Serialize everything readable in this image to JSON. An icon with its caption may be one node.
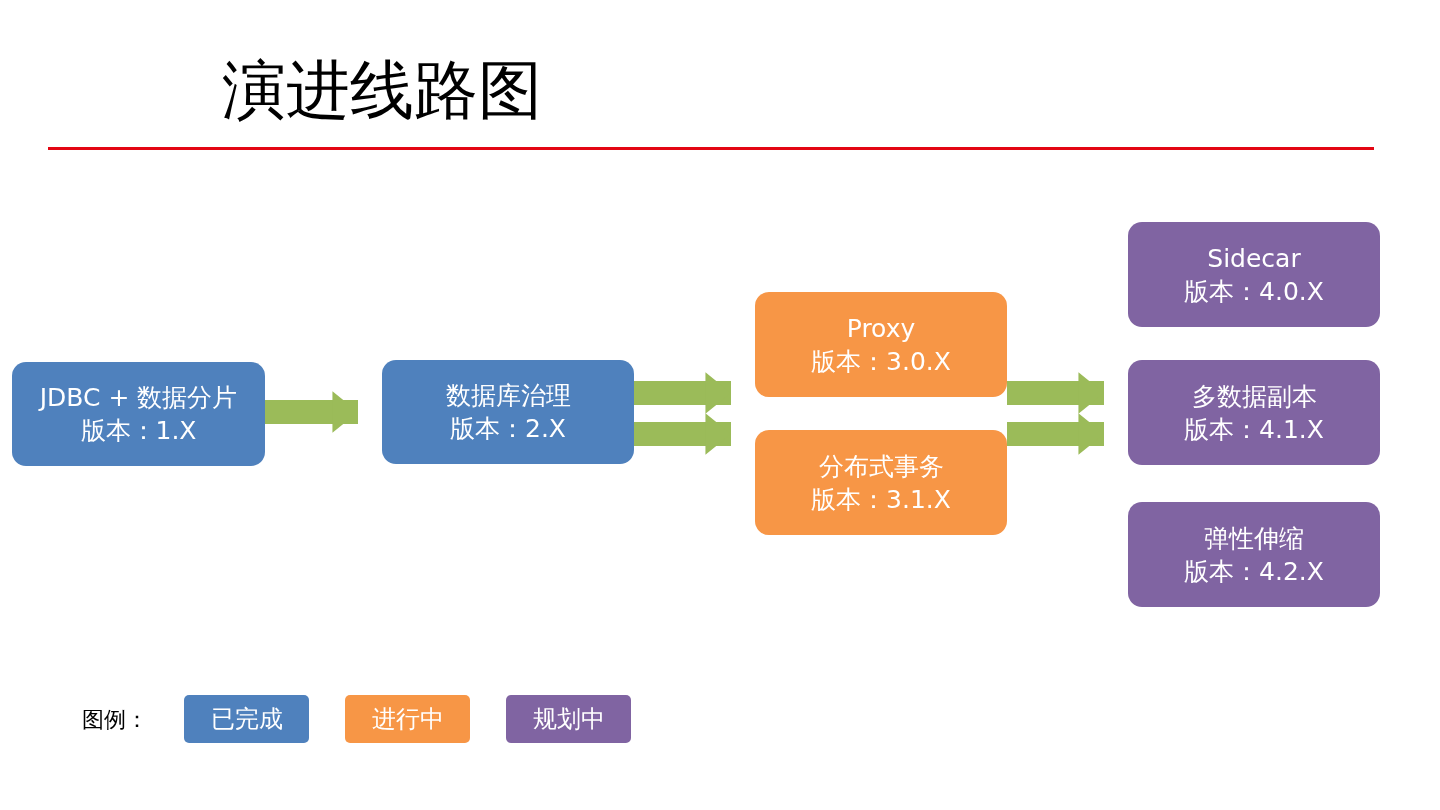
{
  "diagram": {
    "title": "演进线路图",
    "nodes": [
      {
        "text": [
          "JDBC + 数据分片",
          "版本：1.X"
        ]
      },
      {
        "text": [
          "数据库治理",
          "版本：2.X"
        ]
      },
      {
        "text": [
          "Proxy",
          "版本：3.0.X"
        ]
      },
      {
        "text": [
          "分布式事务",
          "版本：3.1.X"
        ]
      },
      {
        "text": [
          "Sidecar",
          "版本：4.0.X"
        ]
      },
      {
        "text": [
          "多数据副本",
          "版本：4.1.X"
        ]
      },
      {
        "text": [
          "弹性伸缩",
          "版本：4.2.X"
        ]
      }
    ],
    "edges": [
      {
        "from": 0,
        "to": 1,
        "arrow": "to"
      },
      {
        "from": 1,
        "to": 2,
        "arrow": "to"
      },
      {
        "from": 1,
        "to": 3,
        "arrow": "to"
      },
      {
        "from": 2,
        "to": 5,
        "arrow": "to"
      },
      {
        "from": 3,
        "to": 5,
        "arrow": "to"
      }
    ],
    "labels": [
      "图例："
    ],
    "legend": [
      {
        "text": "已完成",
        "color": "#4f81bd"
      },
      {
        "text": "进行中",
        "color": "#f79646"
      },
      {
        "text": "规划中",
        "color": "#8064a2"
      }
    ]
  }
}
